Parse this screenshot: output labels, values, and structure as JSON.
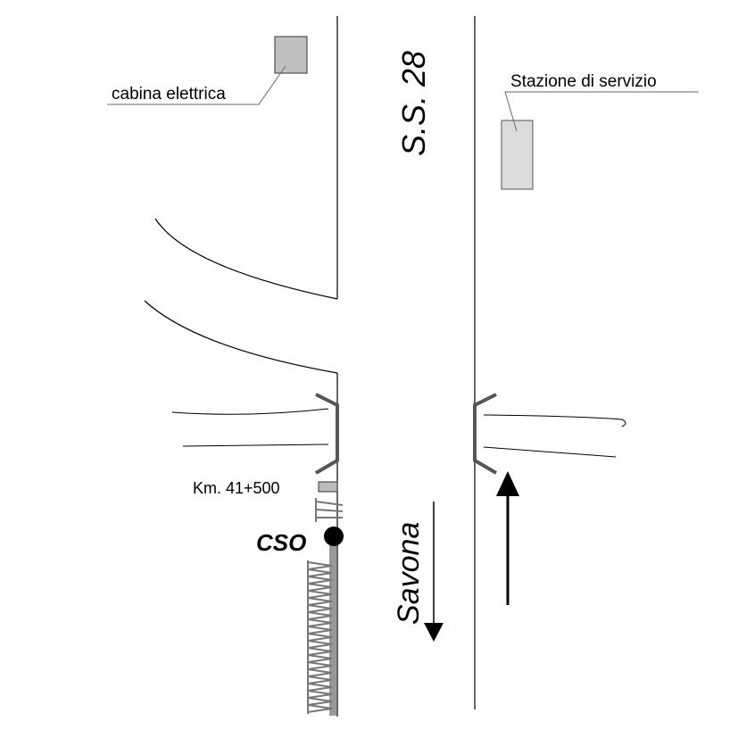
{
  "road_name": "S.S. 28",
  "labels": {
    "electric_cabin": "cabina elettrica",
    "service_station": "Stazione di servizio",
    "km_marker": "Km. 41+500",
    "site": "CSO",
    "direction": "Savona"
  },
  "colors": {
    "line": "#000000",
    "cabin_fill": "#c0c0c0",
    "station_fill": "#dcdcdc",
    "barrier": "#555555",
    "fence": "#777777"
  }
}
